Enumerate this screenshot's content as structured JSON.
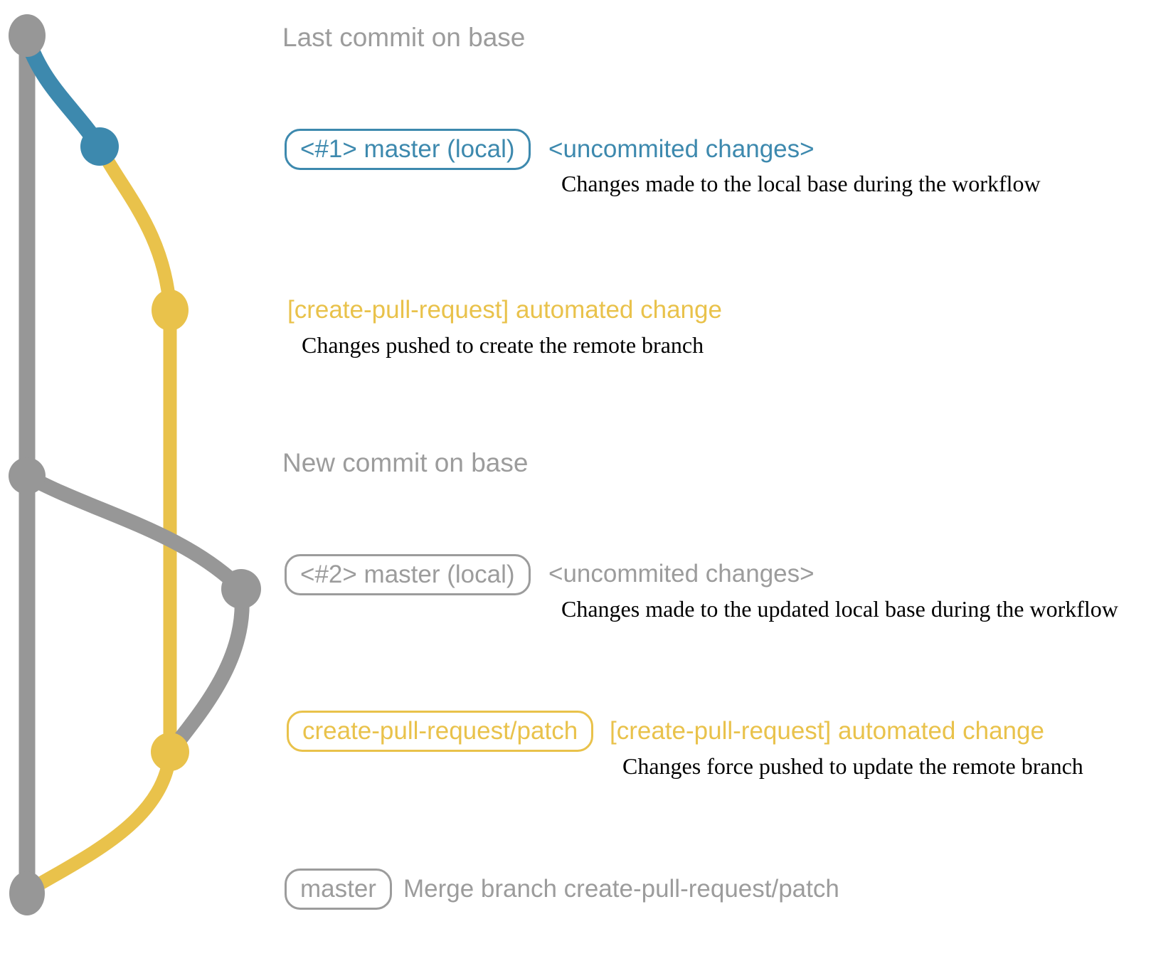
{
  "colors": {
    "gray": "#979797",
    "blue": "#3d89ae",
    "yellow": "#e9c24b",
    "label_gray": "#9c9c9c",
    "description_black": "#000000"
  },
  "rows": [
    {
      "note": "Last commit on base"
    },
    {
      "badge": "<#1> master (local)",
      "message": "<uncommited changes>",
      "description": "Changes made to the local base during the workflow"
    },
    {
      "message": "[create-pull-request] automated change",
      "description": "Changes pushed to create the remote branch"
    },
    {
      "note": "New commit on base"
    },
    {
      "badge": "<#2> master (local)",
      "message": "<uncommited changes>",
      "description": "Changes made to the updated local base during the workflow"
    },
    {
      "badge": "create-pull-request/patch",
      "message": "[create-pull-request] automated change",
      "description": "Changes force pushed to update the remote branch"
    },
    {
      "badge": "master",
      "message": "Merge branch create-pull-request/patch"
    }
  ]
}
